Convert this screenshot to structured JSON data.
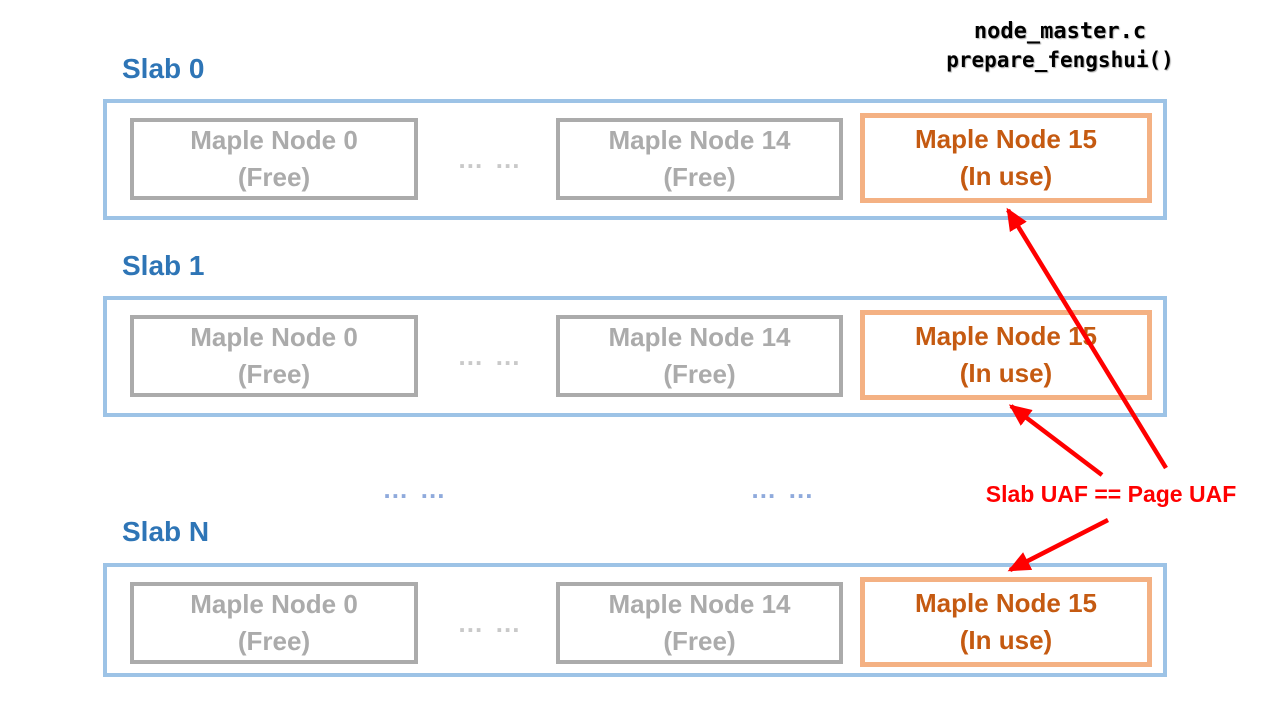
{
  "code_annotation": {
    "file": "node_master.c",
    "function": "prepare_fengshui()"
  },
  "slabs": [
    {
      "label": "Slab 0",
      "ellipsis": "… …",
      "nodes": [
        {
          "name": "Maple Node 0",
          "state": "(Free)",
          "status": "free"
        },
        {
          "name": "Maple Node 14",
          "state": "(Free)",
          "status": "free"
        },
        {
          "name": "Maple Node 15",
          "state": "(In use)",
          "status": "inuse"
        }
      ]
    },
    {
      "label": "Slab 1",
      "ellipsis": "… …",
      "nodes": [
        {
          "name": "Maple Node 0",
          "state": "(Free)",
          "status": "free"
        },
        {
          "name": "Maple Node 14",
          "state": "(Free)",
          "status": "free"
        },
        {
          "name": "Maple Node 15",
          "state": "(In use)",
          "status": "inuse"
        }
      ]
    },
    {
      "label": "Slab N",
      "ellipsis": "… …",
      "nodes": [
        {
          "name": "Maple Node 0",
          "state": "(Free)",
          "status": "free"
        },
        {
          "name": "Maple Node 14",
          "state": "(Free)",
          "status": "free"
        },
        {
          "name": "Maple Node 15",
          "state": "(In use)",
          "status": "inuse"
        }
      ]
    }
  ],
  "between_slabs": {
    "left_ellipsis": "… …",
    "right_ellipsis": "… …"
  },
  "uaf_annotation": {
    "text": "Slab UAF == Page UAF"
  },
  "colors": {
    "slab_label_blue": "#2E75B6",
    "slab_border_blue": "#9DC3E6",
    "free_node_gray": "#ABABAB",
    "row_ellipsis_gray": "#C9C9C9",
    "inuse_border_orange": "#F4B183",
    "inuse_text_orange": "#C55A11",
    "between_ellipsis_blue": "#8FAADC",
    "annotation_red": "#FF0000",
    "code_text_black": "#000000"
  }
}
